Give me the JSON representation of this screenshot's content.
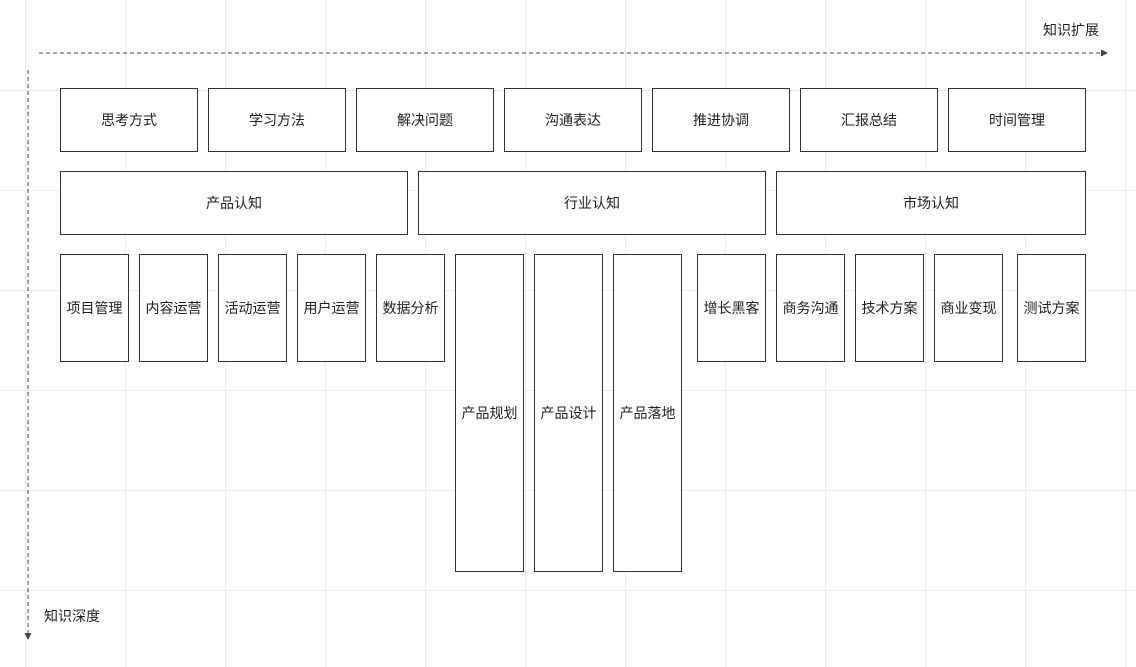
{
  "axes": {
    "horizontal_label": "知识扩展",
    "vertical_label": "知识深度"
  },
  "row1": {
    "items": [
      "思考方式",
      "学习方法",
      "解决问题",
      "沟通表达",
      "推进协调",
      "汇报总结",
      "时间管理"
    ]
  },
  "row2": {
    "items": [
      "产品认知",
      "行业认知",
      "市场认知"
    ]
  },
  "row3": {
    "items": [
      "项目管理",
      "内容运营",
      "活动运营",
      "用户运营",
      "数据分析",
      "产品规划",
      "产品设计",
      "产品落地",
      "增长黑客",
      "商务沟通",
      "技术方案",
      "商业变现",
      "测试方案"
    ]
  },
  "colors": {
    "line": "#333333",
    "grid": "#ececec",
    "background": "#ffffff"
  }
}
